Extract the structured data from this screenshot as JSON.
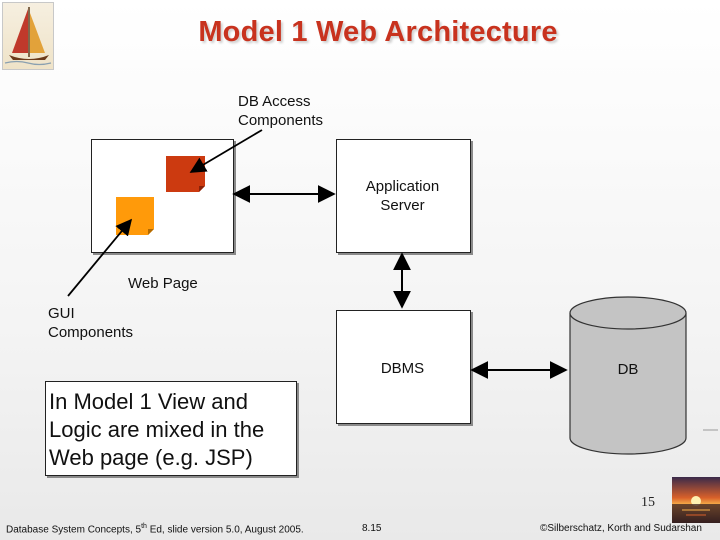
{
  "title": "Model 1 Web Architecture",
  "labels": {
    "db_access_line1": "DB Access",
    "db_access_line2": "Components",
    "web_page": "Web Page",
    "gui_line1": "GUI",
    "gui_line2": "Components",
    "app_server_line1": "Application",
    "app_server_line2": "Server",
    "dbms": "DBMS",
    "db": "DB"
  },
  "note": "In Model 1 View and Logic are mixed in the Web page (e.g. JSP)",
  "page_number": "15",
  "footer": {
    "left_prefix": "Database System Concepts, 5",
    "left_sup": "th",
    "left_suffix": " Ed, slide version 5.0, August 2005.",
    "center": "8.15",
    "right": "©Silberschatz, Korth and Sudarshan"
  },
  "colors": {
    "title": "#c8321e",
    "db_access_square": "#cc3a10",
    "gui_square": "#ff9a0a",
    "cylinder": "#c4c4c4"
  },
  "icons": [
    "sailboat-logo",
    "sunset-image"
  ]
}
